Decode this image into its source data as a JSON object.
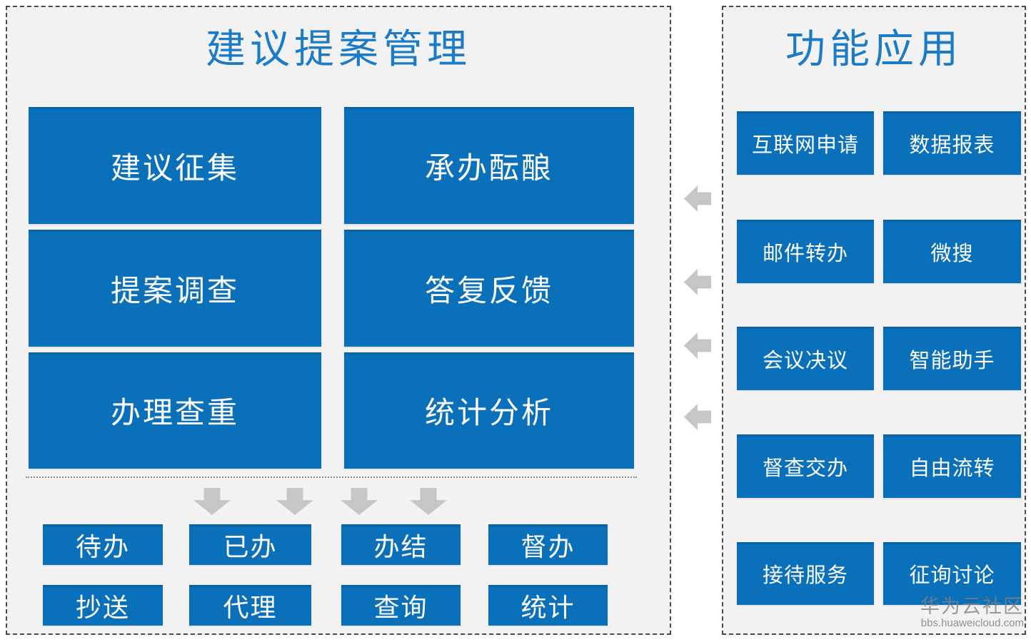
{
  "left_panel": {
    "title": "建议提案管理",
    "modules": [
      {
        "label": "建议征集"
      },
      {
        "label": "承办酝酿"
      },
      {
        "label": "提案调查"
      },
      {
        "label": "答复反馈"
      },
      {
        "label": "办理查重"
      },
      {
        "label": "统计分析"
      }
    ],
    "actions": [
      {
        "label": "待办"
      },
      {
        "label": "已办"
      },
      {
        "label": "办结"
      },
      {
        "label": "督办"
      },
      {
        "label": "抄送"
      },
      {
        "label": "代理"
      },
      {
        "label": "查询"
      },
      {
        "label": "统计"
      }
    ]
  },
  "right_panel": {
    "title": "功能应用",
    "apps": [
      {
        "label": "互联网申请"
      },
      {
        "label": "数据报表"
      },
      {
        "label": "邮件转办"
      },
      {
        "label": "微搜"
      },
      {
        "label": "会议决议"
      },
      {
        "label": "智能助手"
      },
      {
        "label": "督查交办"
      },
      {
        "label": "自由流转"
      },
      {
        "label": "接待服务"
      },
      {
        "label": "征询讨论"
      }
    ]
  },
  "icons": {
    "down_arrow": "block-arrow-down",
    "left_arrow": "block-arrow-left",
    "down_arrow_count": 4,
    "left_arrow_count": 4
  },
  "watermark": {
    "line1": "华为云社区",
    "line2": "bbs.huaweicloud.com"
  },
  "colors": {
    "box_blue": "#0b70ba",
    "title_blue": "#1c7bc7",
    "arrow_gray": "#c6c6c6",
    "panel_bg": "#f2f2f2",
    "border_dash": "#4a4a4a",
    "watermark_gray": "#808080"
  }
}
